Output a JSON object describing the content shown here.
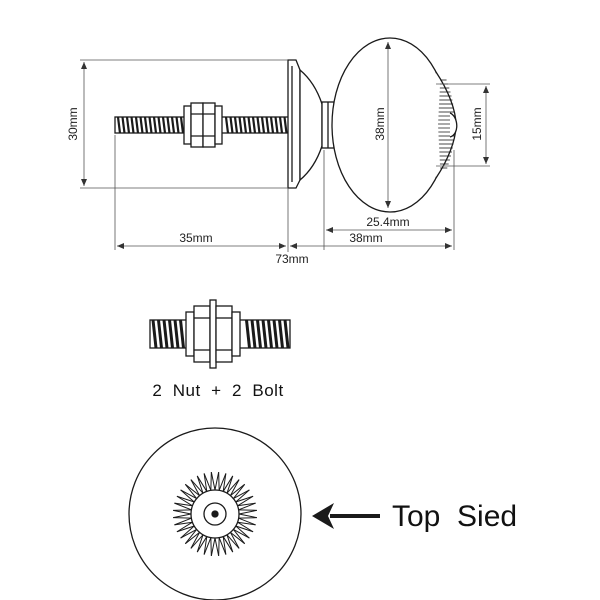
{
  "dimensions": {
    "bolt_height": "30mm",
    "knob_diameter": "38mm",
    "tip_diameter": "15mm",
    "head_length": "25.4mm",
    "bolt_length": "35mm",
    "knob_length": "38mm",
    "total_length": "73mm"
  },
  "hardware_caption": "2  Nut  +  2  Bolt",
  "top_view_label": "Top  Sied",
  "colors": {
    "line": "#1a1a1a",
    "dimension": "#555555",
    "background": "#ffffff"
  }
}
